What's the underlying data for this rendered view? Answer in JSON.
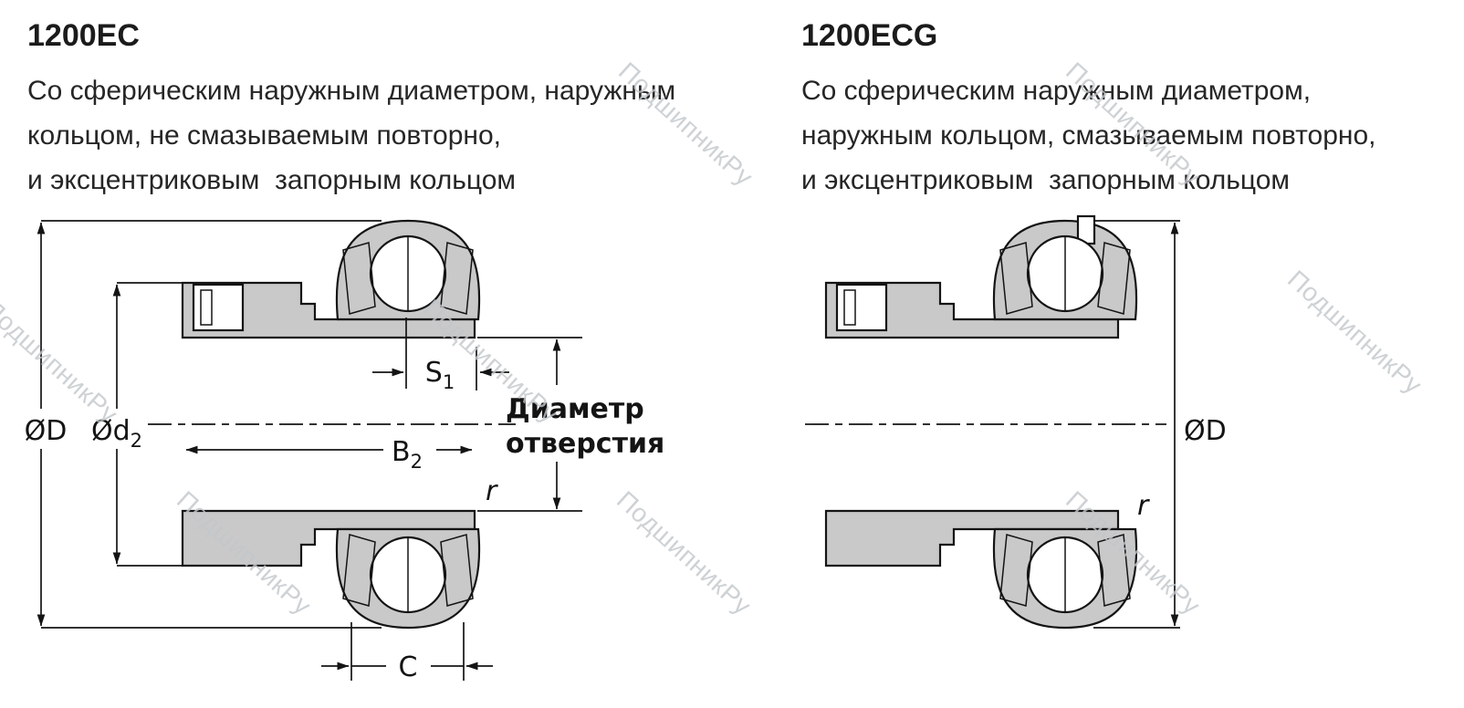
{
  "watermark": {
    "text": "ПодшипникРу"
  },
  "left": {
    "title": "1200EC",
    "description": "Со сферическим наружным диаметром, наружным\nкольцом, не смазываемым повторно,\nи эксцентриковым  запорным кольцом",
    "labels": {
      "outer_diameter": "ØD",
      "d2_base": "Ød",
      "d2_sub": "2",
      "b2_base": "B",
      "b2_sub": "2",
      "s1_base": "S",
      "s1_sub": "1",
      "bore_line1": "Диаметр",
      "bore_line2": "отверстия",
      "fillet": "r",
      "c": "C"
    }
  },
  "right": {
    "title": "1200ECG",
    "description": "Со сферическим наружным диаметром,\nнаружным кольцом, смазываемым повторно,\nи эксцентриковым  запорным кольцом",
    "labels": {
      "outer_diameter": "ØD",
      "fillet": "r"
    }
  }
}
